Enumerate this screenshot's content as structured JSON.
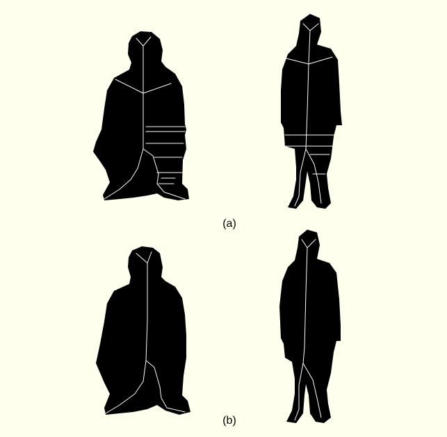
{
  "colors": {
    "background": "#ffffee",
    "silhouette": "#000000",
    "skeleton": "#ffffff"
  },
  "panels": [
    {
      "id": "a",
      "caption": "(a)"
    },
    {
      "id": "b",
      "caption": "(b)"
    }
  ]
}
